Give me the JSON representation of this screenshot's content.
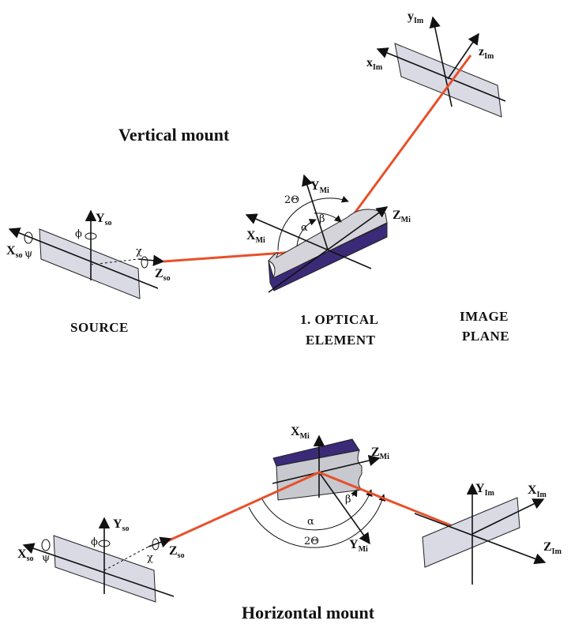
{
  "titles": {
    "vertical": "Vertical mount",
    "horizontal": "Horizontal mount"
  },
  "captions": {
    "source": "SOURCE",
    "optical_line1": "1. OPTICAL",
    "optical_line2": "ELEMENT",
    "image_line1": "IMAGE",
    "image_line2": "PLANE"
  },
  "axes": {
    "source": {
      "x": "X",
      "x_sub": "so",
      "y": "Y",
      "y_sub": "so",
      "z": "Z",
      "z_sub": "so"
    },
    "mirror": {
      "x": "X",
      "x_sub": "Mi",
      "y": "Y",
      "y_sub": "Mi",
      "z": "Z",
      "z_sub": "Mi"
    },
    "image_v": {
      "x": "x",
      "x_sub": "Im",
      "y": "y",
      "y_sub": "Im",
      "z": "z",
      "z_sub": "Im"
    },
    "image_h": {
      "x": "X",
      "x_sub": "Im",
      "y": "Y",
      "y_sub": "Im",
      "z": "Z",
      "z_sub": "Im"
    }
  },
  "angles": {
    "psi": "ψ",
    "phi": "ϕ",
    "chi": "χ",
    "alpha": "α",
    "beta": "β",
    "two_theta": "2Θ"
  },
  "colors": {
    "beam": "#e8502a",
    "plane": "#d9dae4",
    "mirror_side": "#3b2a78",
    "mirror_top": "#d4d4da"
  }
}
